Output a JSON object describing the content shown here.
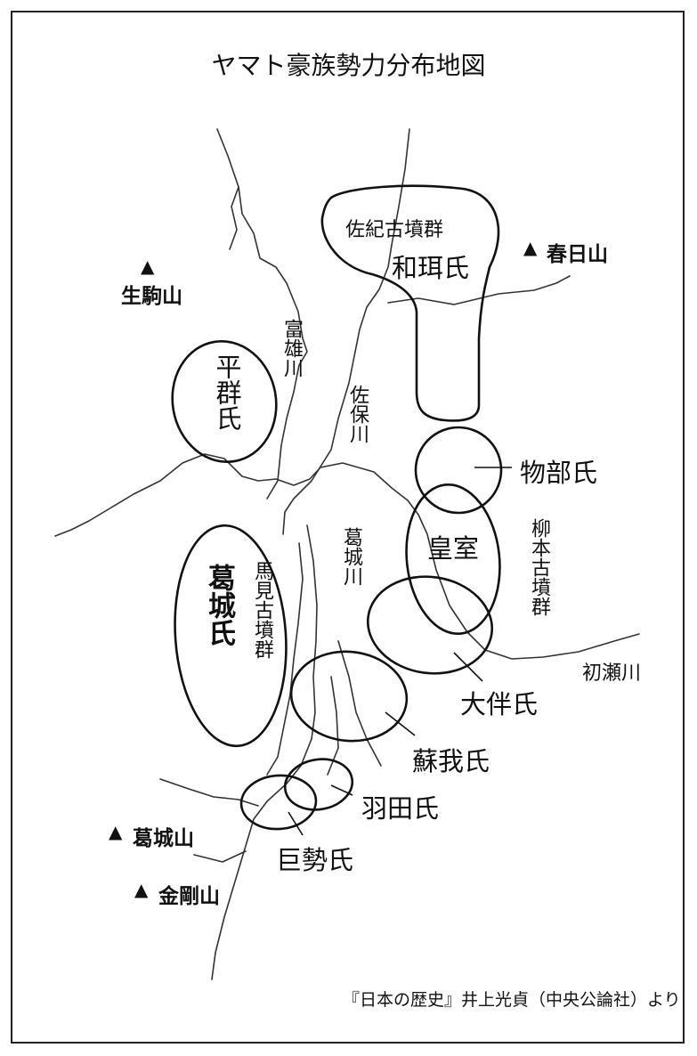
{
  "title": "ヤマト豪族勢力分布地図",
  "mountains": {
    "ikoma": "生駒山",
    "kasuga": "春日山",
    "katsuragi": "葛城山",
    "kongo": "金剛山"
  },
  "mountain_symbol": "▲",
  "rivers": {
    "tomio": "富雄川",
    "saho": "佐保川",
    "katsuragi": "葛城川",
    "hatsuse": "初瀬川"
  },
  "tomb_groups": {
    "saki": "佐紀古墳群",
    "yanagimoto": "柳本古墳群",
    "umami": "馬見古墳群"
  },
  "clans": {
    "wani": "和珥氏",
    "heguri": "平群氏",
    "mononobe": "物部氏",
    "koshitsu": "皇室",
    "katsuragi": "葛城氏",
    "otomo": "大伴氏",
    "soga": "蘇我氏",
    "hata": "羽田氏",
    "kose": "巨勢氏"
  },
  "source": "『日本の歴史』井上光貞（中央公論社）より"
}
